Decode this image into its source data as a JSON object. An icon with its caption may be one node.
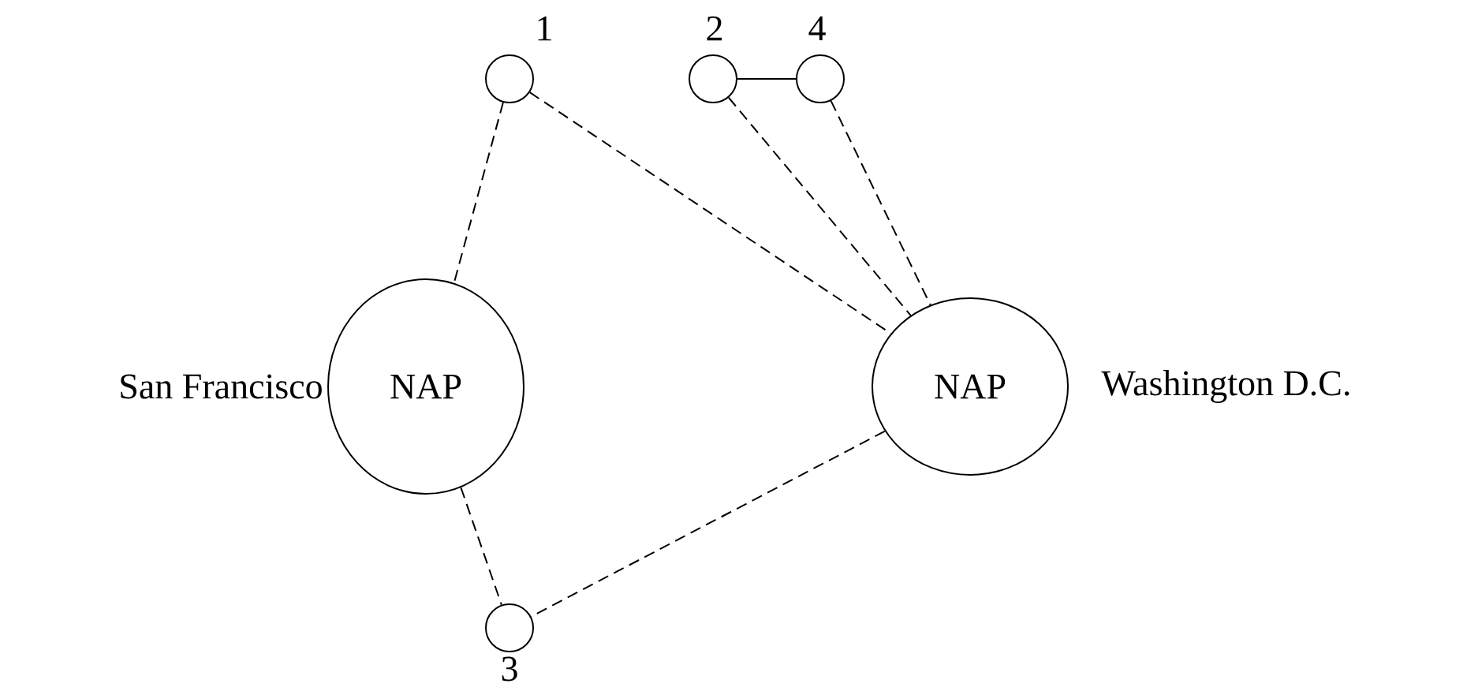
{
  "diagram": {
    "nodes": [
      {
        "text": [],
        "shape": "circle",
        "beside": [
          "1"
        ]
      },
      {
        "text": [],
        "shape": "circle",
        "beside": [
          "2"
        ]
      },
      {
        "text": [],
        "shape": "circle",
        "beside": [
          "4"
        ]
      },
      {
        "text": [
          "NAP"
        ],
        "beside": [
          "San Francisco"
        ]
      },
      {
        "text": [
          "NAP"
        ],
        "beside": [
          "Washington D.C."
        ]
      },
      {
        "text": [],
        "shape": "circle",
        "beside": [
          "3"
        ]
      }
    ],
    "edges": [
      {
        "from": 0,
        "to": 3,
        "arrow": "none",
        "style": "dashed"
      },
      {
        "from": 0,
        "to": 4,
        "arrow": "none",
        "style": "dashed"
      },
      {
        "from": 1,
        "to": 2,
        "arrow": "none"
      },
      {
        "from": 1,
        "to": 4,
        "arrow": "none",
        "style": "dashed"
      },
      {
        "from": 2,
        "to": 4,
        "arrow": "none",
        "style": "dashed"
      },
      {
        "from": 3,
        "to": 5,
        "arrow": "none",
        "style": "dashed"
      },
      {
        "from": 4,
        "to": 5,
        "arrow": "none",
        "style": "dashed"
      }
    ]
  }
}
